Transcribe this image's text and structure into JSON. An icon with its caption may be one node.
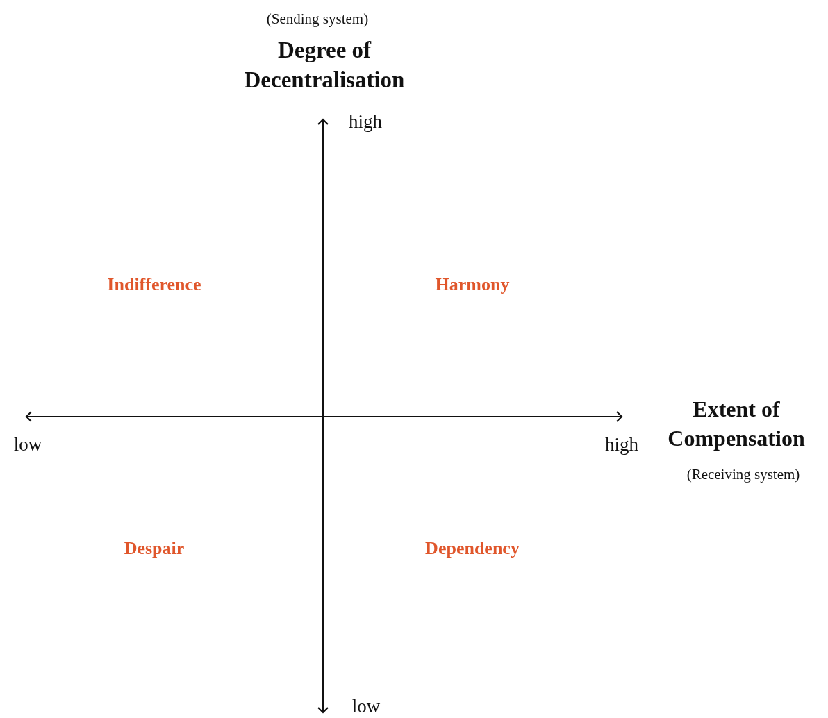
{
  "diagram": {
    "labels": [
      "(Sending system)",
      "Degree of Decentralisation",
      "high",
      "Indifference",
      "Harmony",
      "Extent of Compensation",
      "low",
      "high",
      "(Receiving system)",
      "Despair",
      "Dependency",
      "low"
    ]
  }
}
